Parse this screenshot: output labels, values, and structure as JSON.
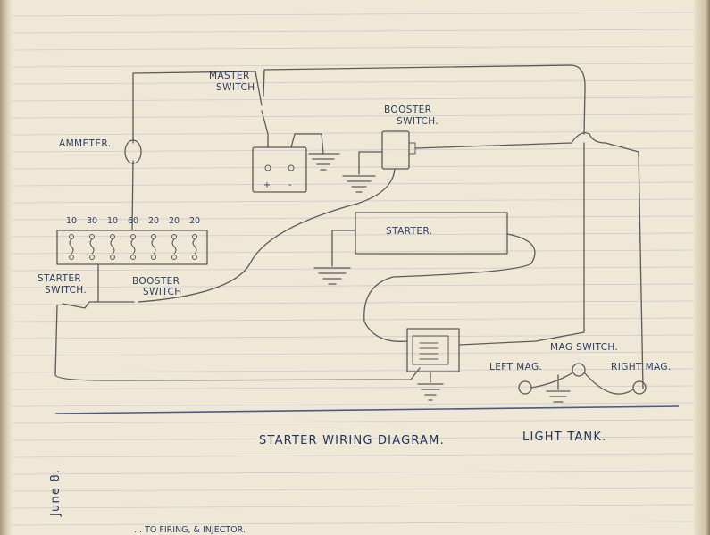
{
  "labels": {
    "master_switch_1": "MASTER",
    "master_switch_2": "SWITCH",
    "booster_switch_top_1": "BOOSTER",
    "booster_switch_top_2": "SWITCH.",
    "ammeter": "AMMETER.",
    "starter": "STARTER.",
    "starter_switch_1": "STARTER",
    "starter_switch_2": "SWITCH.",
    "booster_switch_bottom_1": "BOOSTER",
    "booster_switch_bottom_2": "SWITCH",
    "mag_switch": "MAG SWITCH.",
    "left_mag": "LEFT MAG.",
    "right_mag": "RIGHT MAG.",
    "battery_plus": "+",
    "battery_minus": "-"
  },
  "fuse_ratings": [
    "10",
    "30",
    "10",
    "60",
    "20",
    "20",
    "20"
  ],
  "title": "STARTER WIRING DIAGRAM.",
  "subtitle": "LIGHT TANK.",
  "margin_note": "June 8.",
  "footer_text": "... TO FIRING, & INJECTOR."
}
